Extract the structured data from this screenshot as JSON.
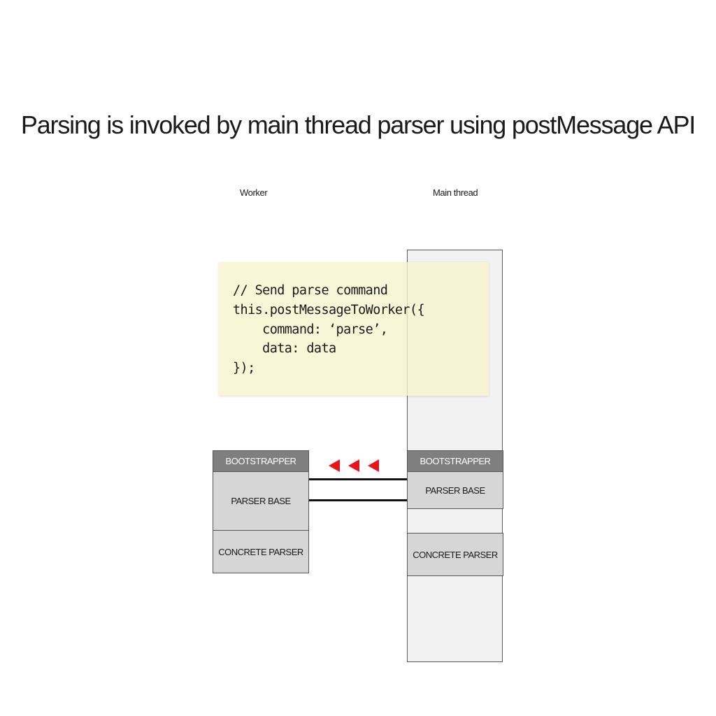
{
  "title": "Parsing is invoked by main thread parser using postMessage API",
  "columns": {
    "worker": "Worker",
    "main": "Main thread"
  },
  "code": {
    "lines": [
      "// Send parse command",
      "this.postMessageToWorker({",
      "    command: ‘parse’,",
      "    data: data",
      "});"
    ]
  },
  "worker_stack": {
    "bootstrapper": "BOOTSTRAPPER",
    "parser_base": "PARSER BASE",
    "concrete_parser": "CONCRETE PARSER"
  },
  "main_stack": {
    "bootstrapper": "BOOTSTRAPPER",
    "parser_base": "PARSER BASE",
    "concrete_parser": "CONCRETE PARSER"
  },
  "colors": {
    "arrow": "#e8141b",
    "header_block": "#7f7f7f",
    "body_block": "#d6d6d7",
    "code_background": "#f6f4cc"
  }
}
